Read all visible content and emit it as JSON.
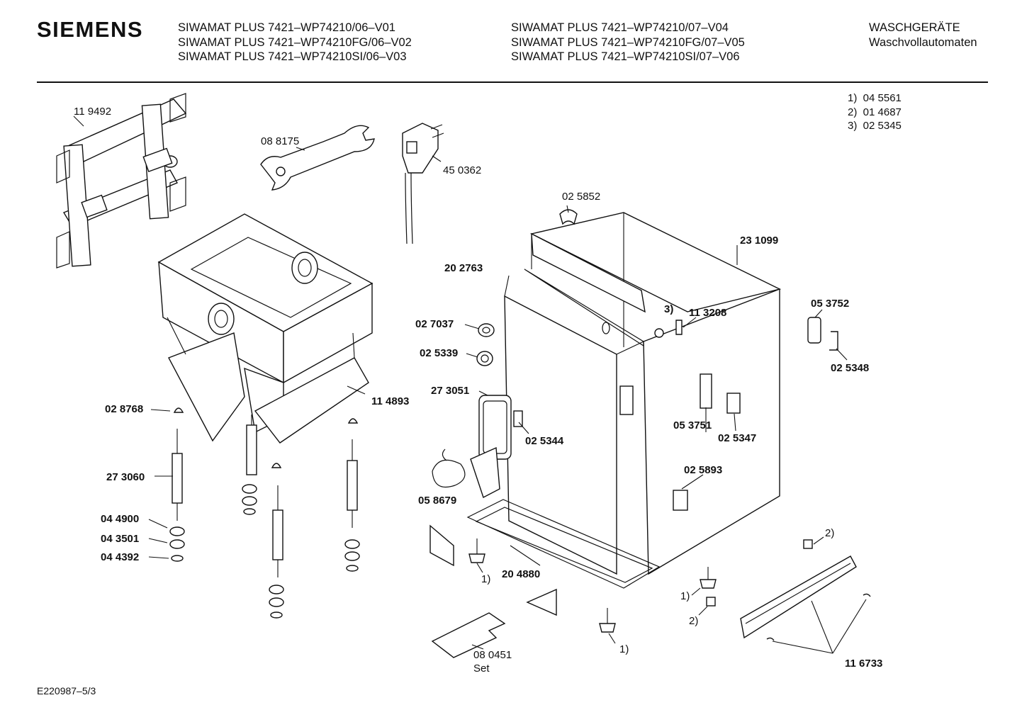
{
  "header": {
    "brand": "SIEMENS",
    "models_left": [
      "SIWAMAT PLUS 7421–WP74210/06–V01",
      "SIWAMAT PLUS 7421–WP74210FG/06–V02",
      "SIWAMAT PLUS 7421–WP74210SI/06–V03"
    ],
    "models_right": [
      "SIWAMAT PLUS 7421–WP74210/07–V04",
      "SIWAMAT PLUS 7421–WP74210FG/07–V05",
      "SIWAMAT PLUS 7421–WP74210SI/07–V06"
    ],
    "category": [
      "WASCHGERÄTE",
      "Waschvollautomaten"
    ]
  },
  "footnotes": [
    "1)  04 5561",
    "2)  01 4687",
    "3)  02 5345"
  ],
  "document_number": "E220987–5/3",
  "parts": {
    "p119492": "11 9492",
    "p088175": "08 8175",
    "p450362": "45 0362",
    "p025852": "02 5852",
    "p231099": "23 1099",
    "p202763": "20 2763",
    "p027037": "02 7037",
    "p025339": "02 5339",
    "fn3": "3)",
    "p113208": "11 3208",
    "p053752": "05 3752",
    "p025348": "02 5348",
    "p273051": "27 3051",
    "p114893": "11 4893",
    "p028768": "02 8768",
    "p025344": "02 5344",
    "p053751": "05 3751",
    "p025347": "02 5347",
    "p273060": "27 3060",
    "p058679": "05 8679",
    "p025893": "02 5893",
    "p044900": "04 4900",
    "p043501": "04 3501",
    "p044392": "04 4392",
    "fn1a": "1)",
    "p204880": "20 4880",
    "fn2a": "2)",
    "fn1b": "1)",
    "fn2b": "2)",
    "fn1c": "1)",
    "p080451": "08 0451",
    "set": "Set",
    "p116733": "11 6733"
  }
}
